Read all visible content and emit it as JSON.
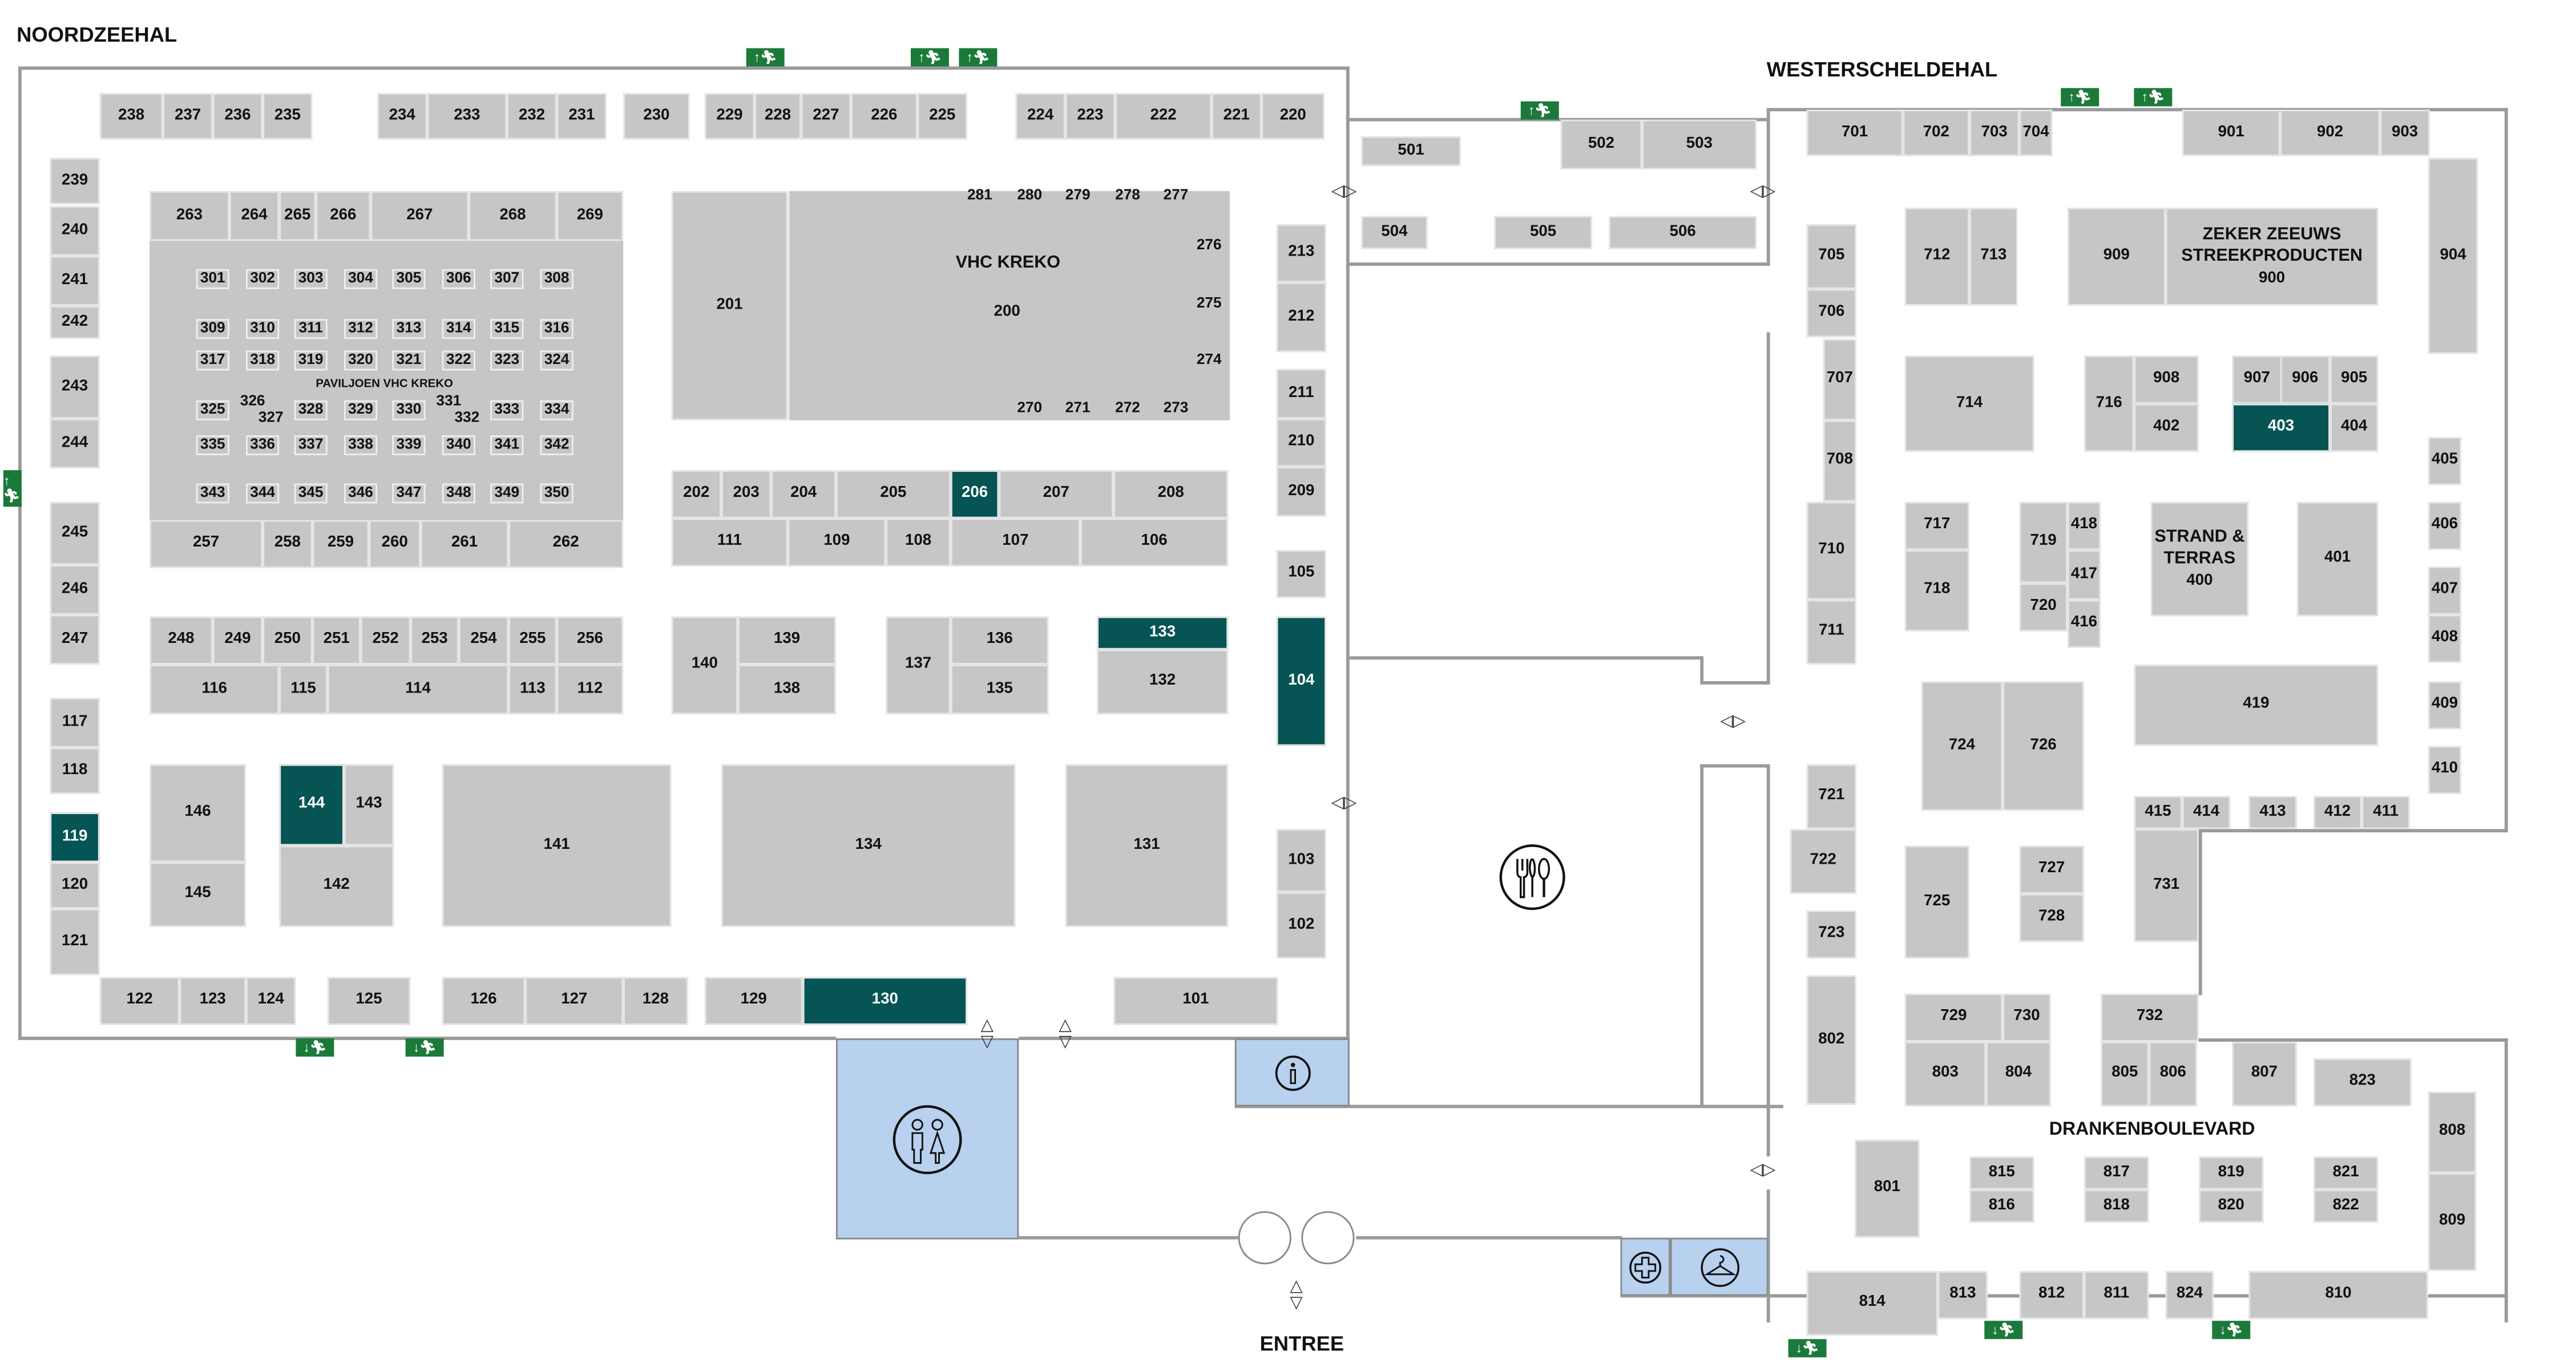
{
  "halls": {
    "noordzeehal": "NOORDZEEHAL",
    "westerscheldehal": "WESTERSCHELDEHAL",
    "drankenboulevard": "DRANKENBOULEVARD",
    "entree": "ENTREE"
  },
  "pavilions": {
    "vhc_kreko": "VHC KREKO",
    "paviljoen_vhc_kreko": "PAVILJOEN VHC KREKO",
    "vhc_kreko_number": "200",
    "zeker_zeeuws_line1": "ZEKER ZEEUWS",
    "zeker_zeeuws_line2": "STREEKPRODUCTEN",
    "zeker_zeeuws_number": "900",
    "strand_line1": "STRAND &",
    "strand_line2": "TERRAS",
    "strand_number": "400"
  },
  "colors": {
    "highlight": "#065454",
    "booth": "#c6c6c6",
    "facility": "#b7d1ee",
    "exit": "#1b7a3a"
  },
  "highlighted_booths": [
    "119",
    "144",
    "130",
    "133",
    "104",
    "206",
    "403"
  ],
  "booths": [
    "238",
    "237",
    "236",
    "235",
    "234",
    "233",
    "232",
    "231",
    "230",
    "229",
    "228",
    "227",
    "226",
    "225",
    "224",
    "223",
    "222",
    "221",
    "220",
    "239",
    "240",
    "241",
    "242",
    "243",
    "244",
    "245",
    "246",
    "247",
    "117",
    "118",
    "119",
    "120",
    "121",
    "263",
    "264",
    "265",
    "266",
    "267",
    "268",
    "269",
    "257",
    "258",
    "259",
    "260",
    "261",
    "262",
    "201",
    "202",
    "203",
    "204",
    "205",
    "206",
    "207",
    "208",
    "111",
    "109",
    "108",
    "107",
    "106",
    "213",
    "212",
    "211",
    "210",
    "209",
    "105",
    "104",
    "103",
    "102",
    "248",
    "249",
    "250",
    "251",
    "252",
    "253",
    "254",
    "255",
    "256",
    "116",
    "115",
    "114",
    "113",
    "112",
    "140",
    "139",
    "138",
    "137",
    "136",
    "135",
    "133",
    "132",
    "146",
    "145",
    "144",
    "143",
    "142",
    "141",
    "134",
    "131",
    "122",
    "123",
    "124",
    "125",
    "126",
    "127",
    "128",
    "129",
    "130",
    "101",
    "501",
    "502",
    "503",
    "504",
    "505",
    "506",
    "701",
    "702",
    "703",
    "704",
    "901",
    "902",
    "903",
    "904",
    "705",
    "706",
    "707",
    "708",
    "712",
    "713",
    "909",
    "714",
    "716",
    "908",
    "402",
    "907",
    "906",
    "905",
    "403",
    "404",
    "405",
    "406",
    "407",
    "408",
    "409",
    "410",
    "710",
    "711",
    "717",
    "718",
    "719",
    "418",
    "417",
    "720",
    "416",
    "401",
    "419",
    "724",
    "726",
    "721",
    "722",
    "723",
    "725",
    "727",
    "728",
    "731",
    "415",
    "414",
    "413",
    "412",
    "411",
    "802",
    "729",
    "730",
    "803",
    "804",
    "732",
    "805",
    "806",
    "807",
    "823",
    "808",
    "809",
    "801",
    "815",
    "816",
    "817",
    "818",
    "819",
    "820",
    "821",
    "822",
    "814",
    "813",
    "812",
    "811",
    "824",
    "810"
  ],
  "pavilion_booths": [
    "301",
    "302",
    "303",
    "304",
    "305",
    "306",
    "307",
    "308",
    "309",
    "310",
    "311",
    "312",
    "313",
    "314",
    "315",
    "316",
    "317",
    "318",
    "319",
    "320",
    "321",
    "322",
    "323",
    "324",
    "325",
    "326",
    "327",
    "328",
    "329",
    "330",
    "331",
    "332",
    "333",
    "334",
    "335",
    "336",
    "337",
    "338",
    "339",
    "340",
    "341",
    "342",
    "343",
    "344",
    "345",
    "346",
    "347",
    "348",
    "349",
    "350"
  ],
  "kreko_booths": [
    "281",
    "280",
    "279",
    "278",
    "277",
    "276",
    "275",
    "274",
    "270",
    "271",
    "272",
    "273"
  ],
  "facilities": [
    "toilets",
    "information",
    "first-aid",
    "cloakroom",
    "restaurant"
  ]
}
